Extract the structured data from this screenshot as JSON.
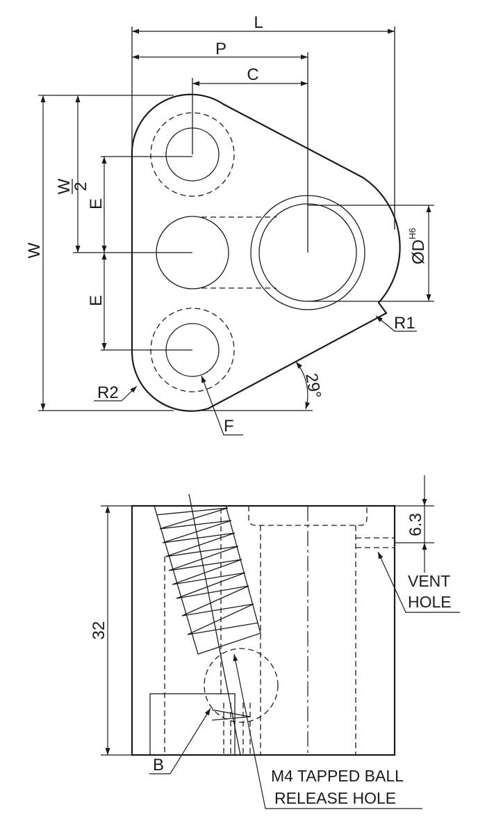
{
  "top_view": {
    "dims": {
      "L": "L",
      "P": "P",
      "C": "C",
      "W": "W",
      "W2_num": "W",
      "W2_den": "2",
      "E1": "E",
      "E2": "E",
      "D": "ØD",
      "D_tol": "H6",
      "R1": "R1",
      "R2": "R2",
      "F": "F",
      "angle": "29°"
    }
  },
  "side_view": {
    "dims": {
      "height": "32",
      "vent_depth": "6.3"
    },
    "labels": {
      "vent_line1": "VENT",
      "vent_line2": "HOLE",
      "b": "B",
      "release_line1": "M4 TAPPED BALL",
      "release_line2": "RELEASE HOLE"
    }
  }
}
